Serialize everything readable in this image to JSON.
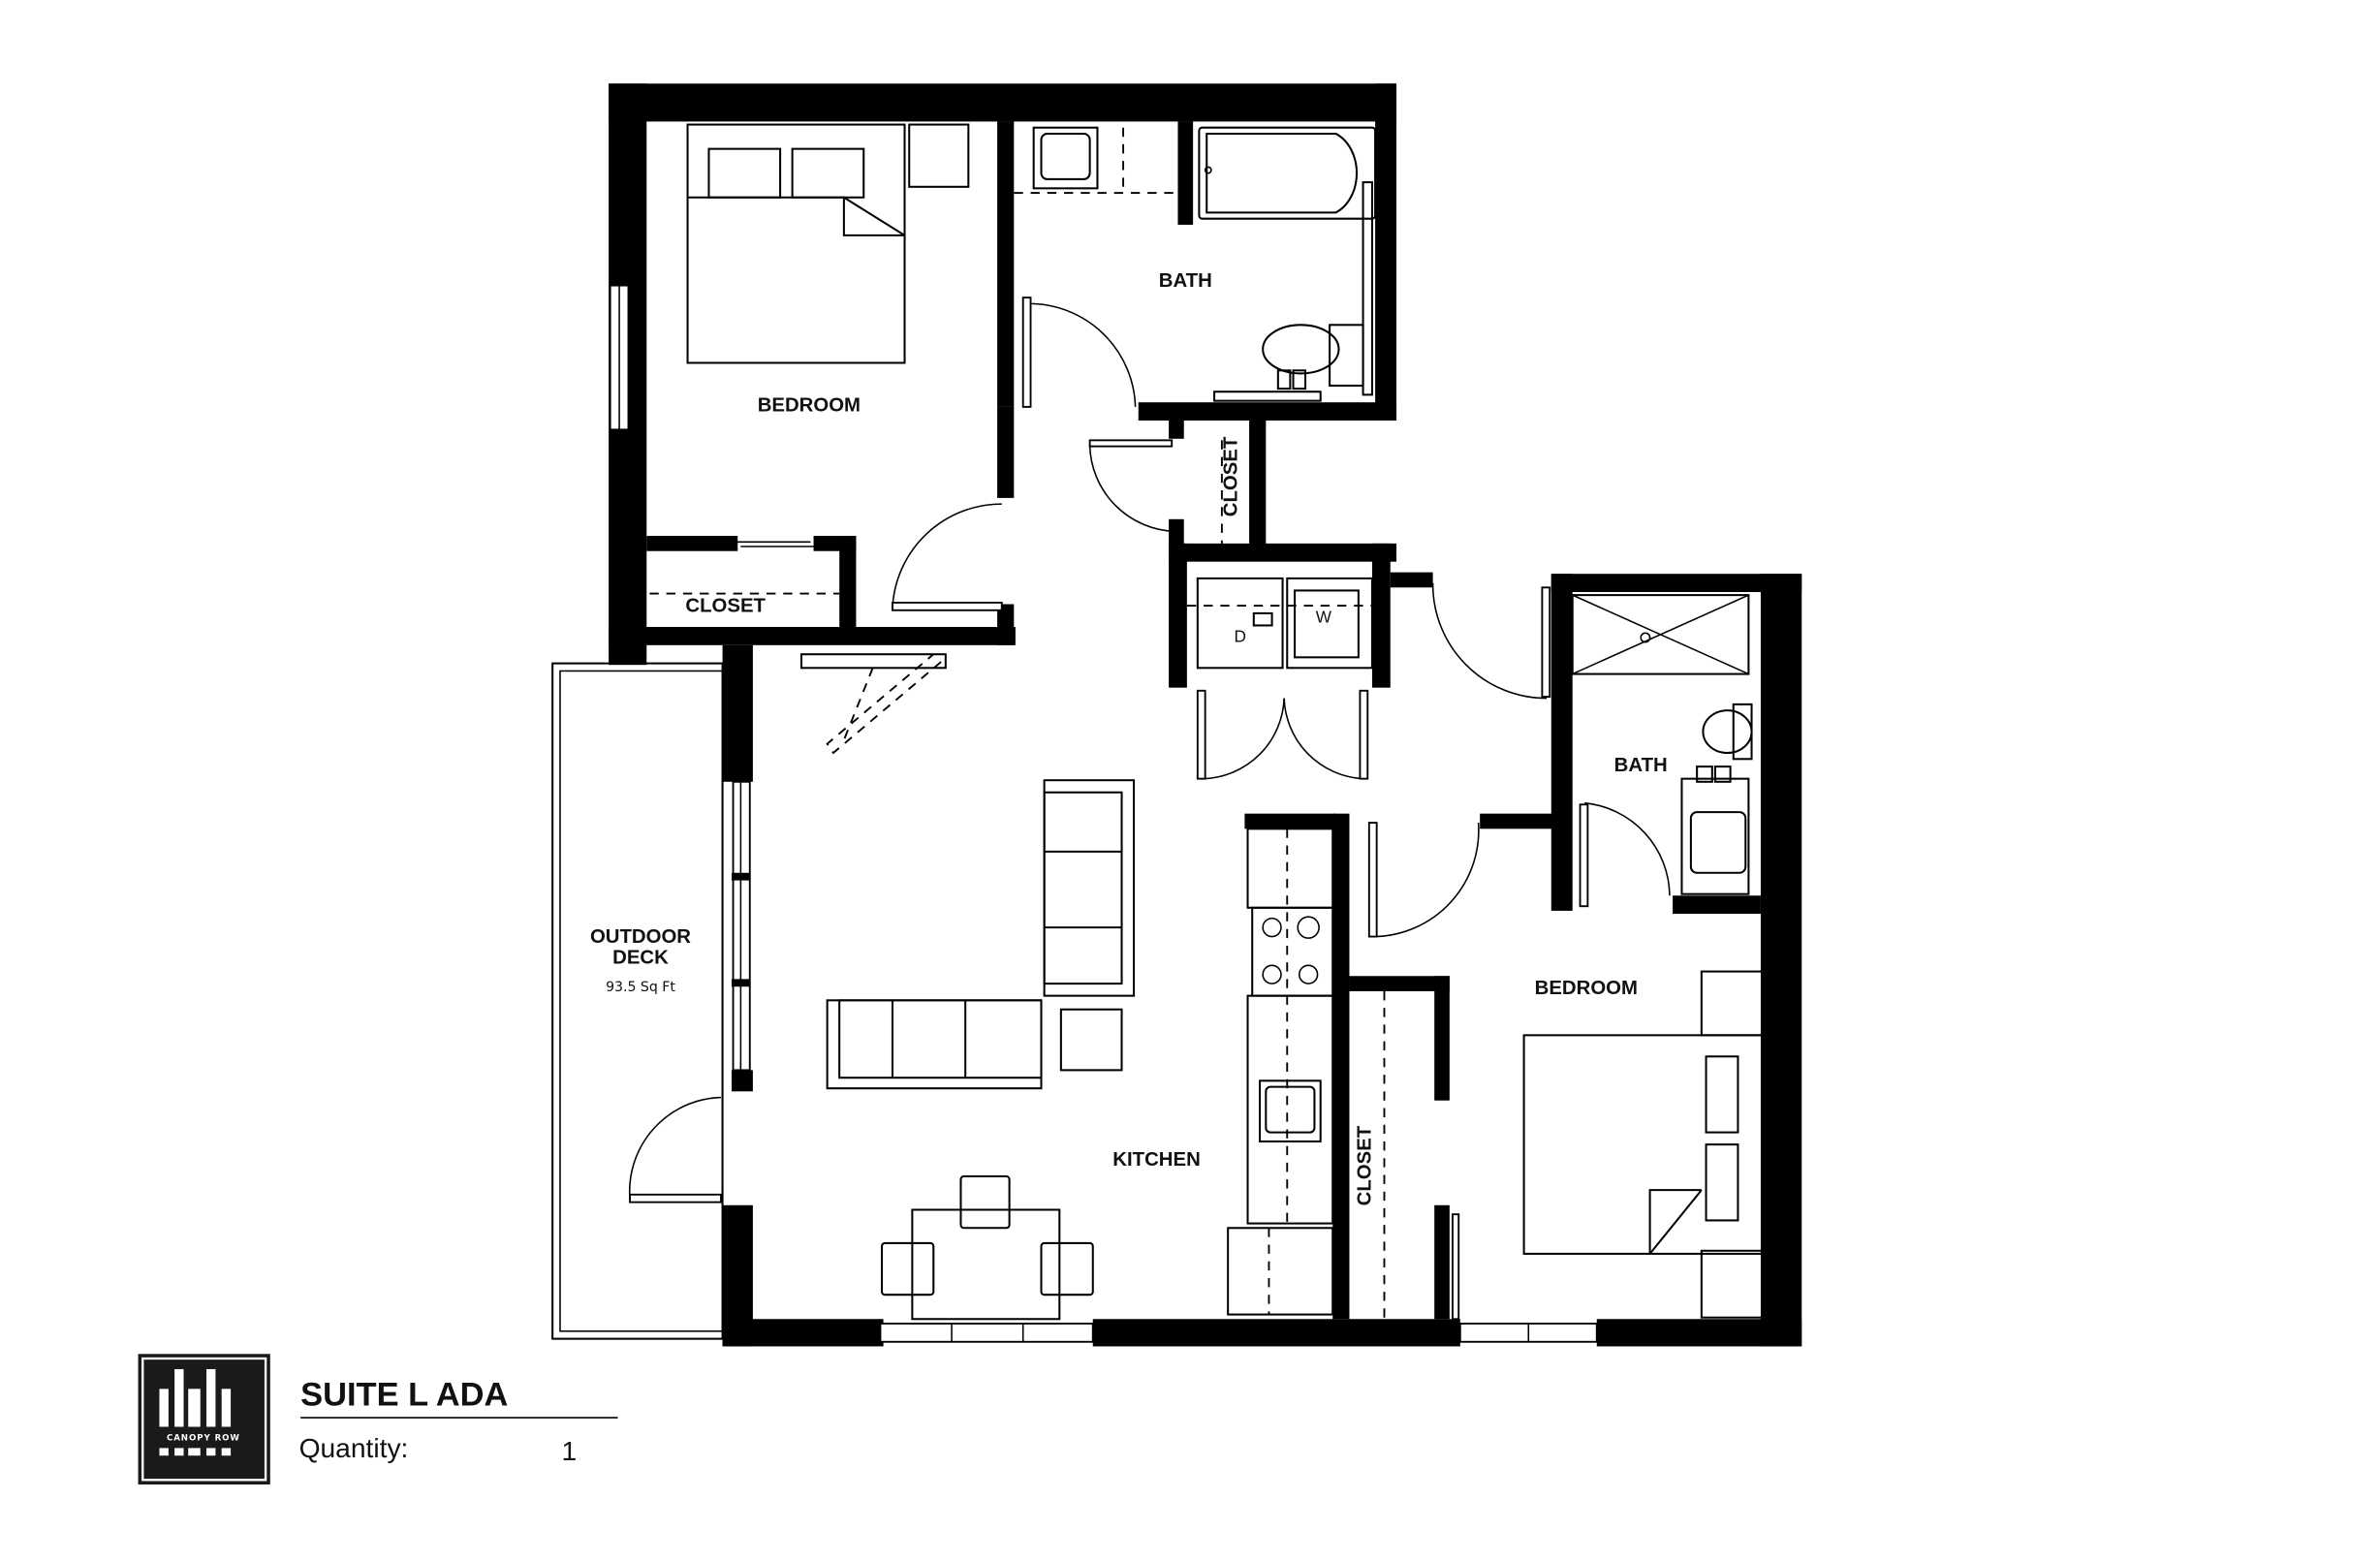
{
  "plan": {
    "rooms": {
      "bedroom_1": "BEDROOM",
      "bath_1": "BATH",
      "closet_1": "CLOSET",
      "closet_hall": "CLOSET",
      "outdoor_deck_line1": "OUTDOOR",
      "outdoor_deck_line2": "DECK",
      "outdoor_deck_area": "93.5 Sq Ft",
      "kitchen": "KITCHEN",
      "bath_2": "BATH",
      "bedroom_2": "BEDROOM",
      "closet_2": "CLOSET",
      "dryer": "D",
      "washer": "W"
    }
  },
  "title_block": {
    "logo_text": "CANOPY ROW",
    "suite_name": "SUITE L ADA",
    "quantity_label": "Quantity:",
    "quantity_value": "1"
  }
}
